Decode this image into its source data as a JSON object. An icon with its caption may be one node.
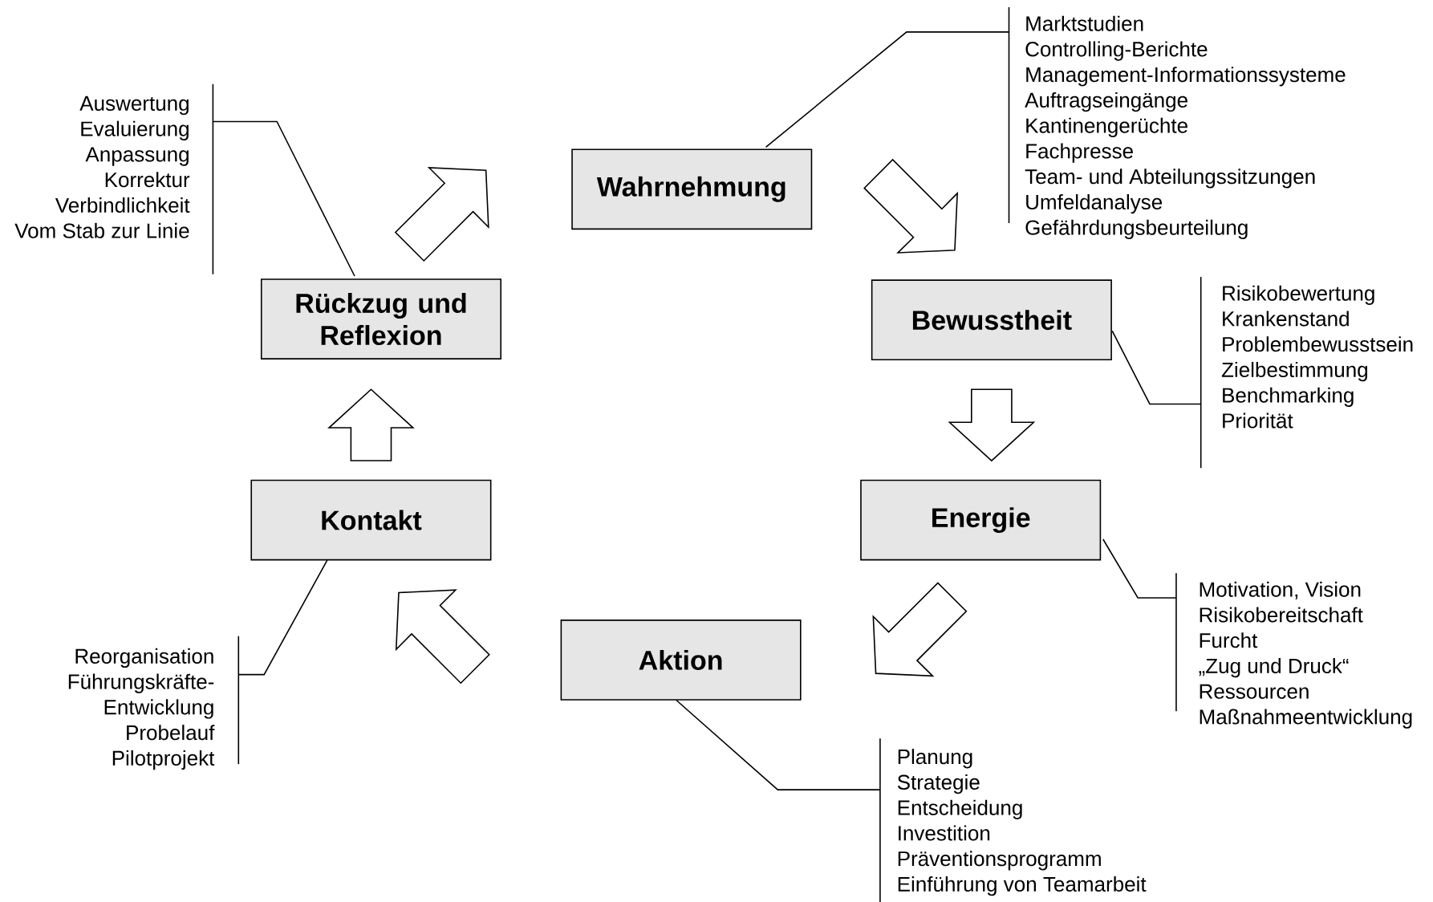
{
  "diagram": {
    "nodes": [
      {
        "text": [
          "Wahrnehmung"
        ]
      },
      {
        "text": [
          "Bewusstheit"
        ]
      },
      {
        "text": [
          "Energie"
        ]
      },
      {
        "text": [
          "Aktion"
        ]
      },
      {
        "text": [
          "Kontakt"
        ]
      },
      {
        "text": [
          "Rückzug und Reflexion"
        ]
      },
      {
        "text": [
          "Marktstudien",
          "Controlling-Berichte",
          "Management-Informationssysteme",
          "Auftragseingänge",
          "Kantinengerüchte",
          "Fachpresse",
          "Team- und Abteilungssitzungen",
          "Umfeldanalyse",
          "Gefährdungsbeurteilung"
        ]
      },
      {
        "text": [
          "Risikobewertung",
          "Krankenstand",
          "Problembewusstsein",
          "Zielbestimmung",
          "Benchmarking",
          "Priorität"
        ]
      },
      {
        "text": [
          "Motivation, Vision",
          "Risikobereitschaft",
          "Furcht",
          "„Zug und Druck“",
          "Ressourcen",
          "Maßnahmeentwicklung"
        ]
      },
      {
        "text": [
          "Planung",
          "Strategie",
          "Entscheidung",
          "Investition",
          "Präventionsprogramm",
          "Einführung von Teamarbeit"
        ]
      },
      {
        "text": [
          "Reorganisation",
          "Führungskräfte- Entwicklung",
          "Probelauf",
          "Pilotprojekt"
        ]
      },
      {
        "text": [
          "Auswertung",
          "Evaluierung",
          "Anpassung",
          "Korrektur",
          "Verbindlichkeit",
          "Vom Stab zur Linie"
        ]
      }
    ],
    "edges": [
      {
        "from": 0,
        "to": 1,
        "arrow": "to"
      },
      {
        "from": 1,
        "to": 2,
        "arrow": "to"
      },
      {
        "from": 2,
        "to": 3,
        "arrow": "to"
      },
      {
        "from": 3,
        "to": 4,
        "arrow": "to"
      },
      {
        "from": 4,
        "to": 5,
        "arrow": "to"
      },
      {
        "from": 5,
        "to": 0,
        "arrow": "to"
      },
      {
        "from": 6,
        "to": 0,
        "arrow": "none"
      },
      {
        "from": 7,
        "to": 1,
        "arrow": "none"
      },
      {
        "from": 8,
        "to": 2,
        "arrow": "none"
      },
      {
        "from": 9,
        "to": 3,
        "arrow": "none"
      },
      {
        "from": 10,
        "to": 4,
        "arrow": "none"
      },
      {
        "from": 11,
        "to": 5,
        "arrow": "none"
      }
    ]
  }
}
